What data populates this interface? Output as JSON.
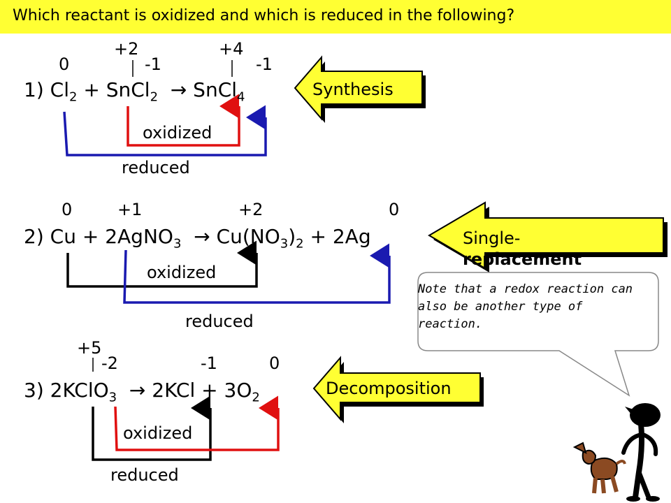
{
  "title": "Which reactant is oxidized and which is reduced in the following?",
  "equations": [
    {
      "number": "1)",
      "parts": [
        "Cl",
        "2",
        " + SnCl",
        "2",
        " → SnCl",
        "4"
      ],
      "states": {
        "a": "0",
        "b_top": "+2",
        "b": "-1",
        "c_top": "+4",
        "c": "-1"
      },
      "oxidized": "oxidized",
      "reduced": "reduced",
      "type": "Synthesis"
    },
    {
      "number": "2)",
      "states": {
        "a": "0",
        "b": "+1",
        "c": "+2",
        "d": "0"
      },
      "oxidized": "oxidized",
      "reduced": "reduced",
      "type": "Single-replacement",
      "type_line1": "Single-",
      "type_line2": "replacement"
    },
    {
      "number": "3)",
      "states": {
        "a_top": "+5",
        "a": "-2",
        "b": "-1",
        "c": "0"
      },
      "oxidized": "oxidized",
      "reduced": "reduced",
      "type": "Decomposition"
    }
  ],
  "note": "Note that a redox reaction can also be another type of reaction.",
  "colors": {
    "title_bg": "#ffff33",
    "arrow_fill": "#ffff33",
    "red": "#e01010",
    "blue": "#1a1ab0",
    "dog": "#8b4a22"
  }
}
